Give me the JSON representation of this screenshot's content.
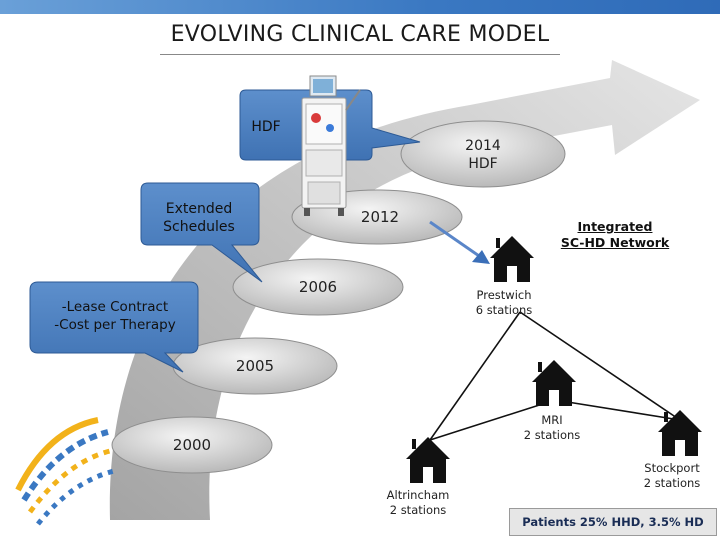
{
  "title": "EVOLVING CLINICAL CARE MODEL",
  "timeline": {
    "y2000": "2000",
    "y2005": "2005",
    "y2006": "2006",
    "y2012": "2012",
    "y2014_year": "2014",
    "y2014_sub": "HDF"
  },
  "callouts": {
    "hdf": "HDF",
    "extended_line1": "Extended",
    "extended_line2": "Schedules",
    "lease_line1": "-Lease Contract",
    "lease_line2": "-Cost per Therapy"
  },
  "network": {
    "title_line1": "Integrated",
    "title_line2": "SC-HD Network",
    "prestwich_name": "Prestwich",
    "prestwich_stations": "6 stations",
    "mri_name": "MRI",
    "mri_stations": "2 stations",
    "altrincham_name": "Altrincham",
    "altrincham_stations": "2 stations",
    "stockport_name": "Stockport",
    "stockport_stations": "2 stations"
  },
  "patients": "Patients 25% HHD, 3.5% HD",
  "colors": {
    "callout_blue": "#4f81bd",
    "oval_grey": "#cfcfcf",
    "house": "#111111",
    "topbar": "#3a78c2"
  },
  "icons": [
    "dialysis-machine-icon",
    "house-icon",
    "logo-icon"
  ]
}
